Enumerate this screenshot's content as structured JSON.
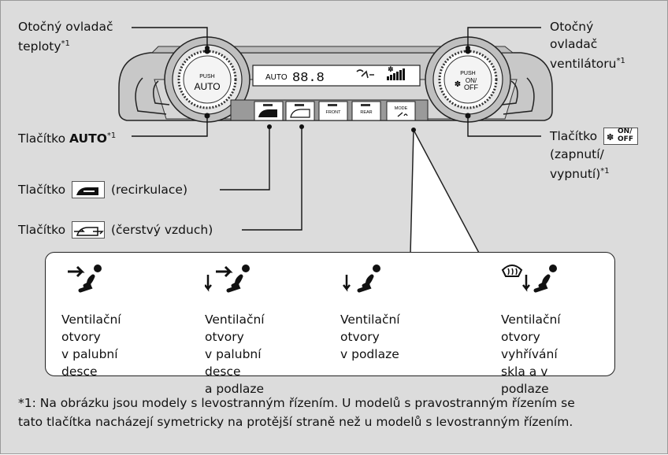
{
  "labels": {
    "temp_knob_line1": "Otočný ovladač",
    "temp_knob_line2": "teploty",
    "fan_knob_line1": "Otočný",
    "fan_knob_line2": "ovladač",
    "fan_knob_line3": "ventilátoru",
    "auto_button_prefix": "Tlačítko ",
    "auto_button_bold": "AUTO",
    "onoff_button_line1": "Tlačítko",
    "onoff_button_line2": "(zapnutí/",
    "onoff_button_line3": "vypnutí)",
    "recirc_prefix": "Tlačítko",
    "recirc_suffix": "(recirkulace)",
    "fresh_prefix": "Tlačítko",
    "fresh_suffix": "(čerstvý vzduch)",
    "footnote_mark": "*1"
  },
  "panel": {
    "left_knob_top": "PUSH",
    "left_knob_bottom": "AUTO",
    "right_knob_top": "PUSH",
    "right_knob_mid": "ON/",
    "right_knob_bottom": "OFF",
    "display_auto": "AUTO",
    "display_temp": "88.8",
    "btn_front": "FRONT",
    "btn_rear": "REAR",
    "btn_mode": "MODE",
    "onoff_icon_on": "ON/",
    "onoff_icon_off": "OFF"
  },
  "modes": [
    {
      "line1": "Ventilační otvory",
      "line2": "v palubní desce",
      "line3": "",
      "line4": "",
      "icon": "dashboard-vent-icon"
    },
    {
      "line1": "Ventilační otvory",
      "line2": "v palubní desce",
      "line3": "a podlaze",
      "line4": "",
      "icon": "dashboard-floor-vent-icon"
    },
    {
      "line1": "Ventilační otvory",
      "line2": "v podlaze",
      "line3": "",
      "line4": "",
      "icon": "floor-vent-icon"
    },
    {
      "line1": "Ventilační",
      "line2": "otvory vyhřívání",
      "line3": "skla a v podlaze",
      "line4": "",
      "icon": "defrost-floor-vent-icon"
    }
  ],
  "footnote": {
    "line1": "*1: Na obrázku jsou modely s levostranným řízením. U modelů s pravostranným řízením se",
    "line2": "tato tlačítka nacházejí symetricky na protější straně než u modelů s levostranným řízením."
  }
}
